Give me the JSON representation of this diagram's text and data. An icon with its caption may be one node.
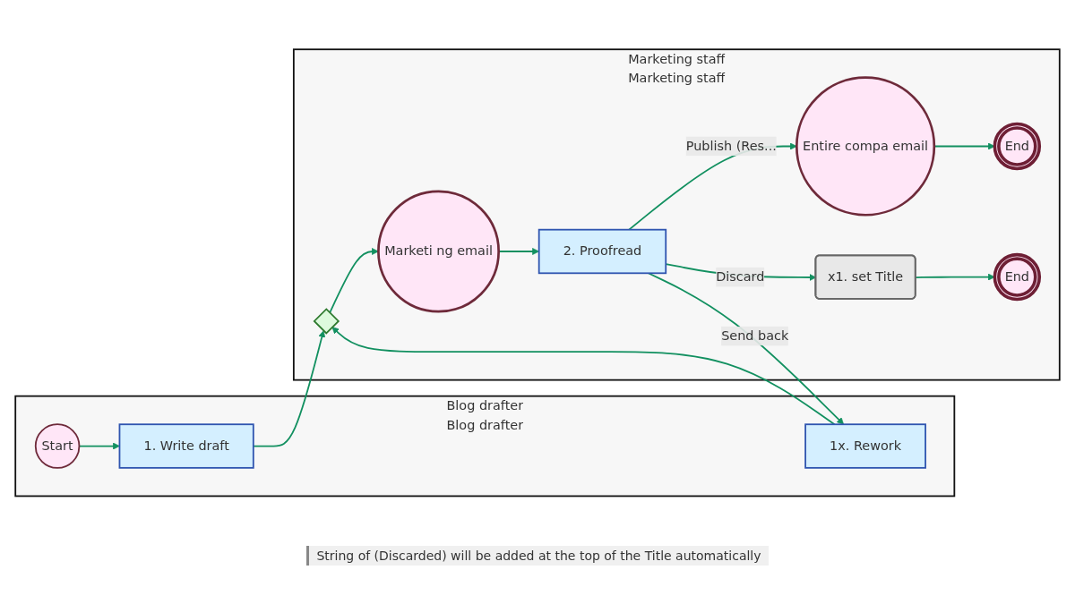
{
  "diagram": {
    "nodes": [
      {
        "text": [
          "Blog drafter",
          "Blog drafter"
        ]
      },
      {
        "text": [
          "Start"
        ],
        "in": 0
      },
      {
        "text": [
          "1. Write draft"
        ],
        "in": 0
      },
      {
        "text": [
          "1x. Rework"
        ],
        "in": 0
      },
      {
        "text": [
          "Marketing staff",
          "Marketing staff"
        ]
      },
      {
        "text": [],
        "shape": "diamond",
        "in": 4
      },
      {
        "text": [
          "Marketi ng email"
        ],
        "in": 4
      },
      {
        "text": [
          "2. Proofread"
        ],
        "in": 4
      },
      {
        "text": [
          "Entire compa email"
        ],
        "in": 4
      },
      {
        "text": [
          "End"
        ],
        "in": 4
      },
      {
        "text": [
          "x1. set Title"
        ],
        "in": 4
      },
      {
        "text": [
          "End"
        ],
        "in": 4
      }
    ],
    "edges": [
      {
        "from": 1,
        "to": 2,
        "arrow": "to"
      },
      {
        "from": 2,
        "to": 5,
        "arrow": "to"
      },
      {
        "from": 3,
        "to": 5,
        "arrow": "to"
      },
      {
        "from": 5,
        "to": 6,
        "arrow": "to"
      },
      {
        "from": 6,
        "to": 7,
        "arrow": "to"
      },
      {
        "from": 7,
        "to": 3,
        "label": "Send back",
        "arrow": "to"
      },
      {
        "from": 7,
        "to": 8,
        "label": "Publish (Res...",
        "arrow": "to"
      },
      {
        "from": 8,
        "to": 9,
        "arrow": "to"
      },
      {
        "from": 7,
        "to": 10,
        "label": "Discard",
        "arrow": "to"
      },
      {
        "from": 10,
        "to": 11,
        "arrow": "to"
      }
    ],
    "labels": [
      "String of (Discarded) will be added at the top of the Title automatically"
    ]
  }
}
